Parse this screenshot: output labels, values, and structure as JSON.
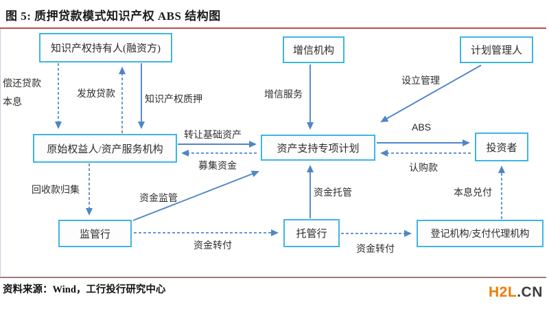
{
  "title": "图 5:  质押贷款模式知识产权 ABS 结构图",
  "nodes": {
    "ip_holder": {
      "label": "知识产权持有人(融资方)"
    },
    "credit_enhancer": {
      "label": "增信机构"
    },
    "plan_manager": {
      "label": "计划管理人"
    },
    "originator": {
      "label": "原始权益人/资产服务机构"
    },
    "abs_plan": {
      "label": "资产支持专项计划"
    },
    "investor": {
      "label": "投资者"
    },
    "supervising_bank": {
      "label": "监管行"
    },
    "custodian_bank": {
      "label": "托管行"
    },
    "registrar": {
      "label": "登记机构/支付代理机构"
    }
  },
  "edges": {
    "repay": {
      "text": "偿还贷款\n本息",
      "from": "ip_holder",
      "to": "originator",
      "style": "dashed"
    },
    "grant": {
      "text": "发放贷款",
      "from": "originator",
      "to": "ip_holder",
      "style": "dashed"
    },
    "pledge": {
      "text": "知识产权质押",
      "from": "ip_holder",
      "to": "originator",
      "style": "solid"
    },
    "transfer_assets": {
      "text": "转让基础资产",
      "from": "originator",
      "to": "abs_plan",
      "style": "solid"
    },
    "raise_funds": {
      "text": "募集资金",
      "from": "abs_plan",
      "to": "originator",
      "style": "dashed"
    },
    "credit_service": {
      "text": "增信服务",
      "from": "credit_enhancer",
      "to": "abs_plan",
      "style": "solid"
    },
    "setup_manage": {
      "text": "设立管理",
      "from": "plan_manager",
      "to": "abs_plan",
      "style": "solid"
    },
    "abs": {
      "text": "ABS",
      "from": "abs_plan",
      "to": "investor",
      "style": "solid"
    },
    "subscription": {
      "text": "认购款",
      "from": "investor",
      "to": "abs_plan",
      "style": "dashed"
    },
    "collection": {
      "text": "回收款归集",
      "from": "originator",
      "to": "supervising_bank",
      "style": "dashed"
    },
    "fund_supervision": {
      "text": "资金监管",
      "from": "supervising_bank",
      "to": "abs_plan",
      "style": "solid"
    },
    "fund_custody": {
      "text": "资金托管",
      "from": "custodian_bank",
      "to": "abs_plan",
      "style": "solid"
    },
    "redemption": {
      "text": "本息兑付",
      "from": "registrar",
      "to": "investor",
      "style": "dashed"
    },
    "fund_transfer_1": {
      "text": "资金转付",
      "from": "supervising_bank",
      "to": "custodian_bank",
      "style": "dashed"
    },
    "fund_transfer_2": {
      "text": "资金转付",
      "from": "custodian_bank",
      "to": "registrar",
      "style": "dashed"
    }
  },
  "footer": {
    "source": "资料来源：Wind，工行投行研究中心"
  },
  "logo": {
    "part1": "H2L",
    "part2": ".CN"
  },
  "colors": {
    "box_border": "#3db5e6",
    "arrow": "#4f86c6",
    "title_rule": "#bf4b42",
    "footer_rule": "#9e7a7c",
    "logo_orange": "#f07b00",
    "logo_dark": "#3d3d3d"
  }
}
